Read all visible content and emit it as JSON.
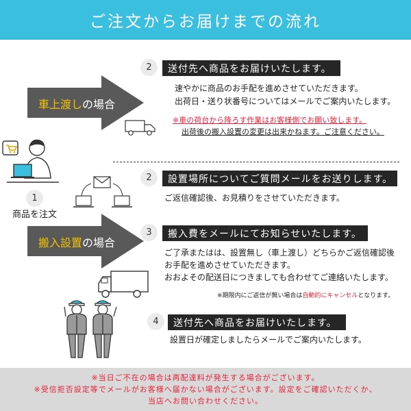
{
  "header": {
    "title": "ご注文からお届けまでの流れ"
  },
  "left": {
    "step1_number": "1",
    "step1_label": "商品を注文",
    "arrow1": {
      "highlight": "車上渡し",
      "rest": "の場合"
    },
    "arrow2": {
      "highlight": "搬入設置",
      "rest": "の場合"
    }
  },
  "steps": [
    {
      "number": "2",
      "title": "送付先へ商品をお届けいたします。",
      "lines": [
        "速やかに商品のお手配を進めさせていただきます。",
        "出荷日・送り状番号についてはメールでご案内いたします。"
      ],
      "notes": [
        "※車の荷台から降ろす作業はお客様側でお願い致します。",
        "出荷後の搬入設置の変更は出来かねます。ご注意ください。"
      ]
    },
    {
      "number": "2",
      "title": "設置場所についてご質問メールをお送りします。",
      "lines": [
        "ご返信確認後、お見積りをさせていただきます。"
      ]
    },
    {
      "number": "3",
      "title": "搬入費をメールにてお知らせいたします。",
      "lines": [
        "ご了承またはは、設置無し（車上渡し）どちらかご返信確認後",
        "お手配を進めさせていただきます。",
        "おおよその配送日につきましても合わせてご連絡いたします。"
      ],
      "small_note": {
        "before": "※期限内にご返信が無い場合は",
        "red": "自動的にキャンセル",
        "after": "となります。"
      }
    },
    {
      "number": "4",
      "title": "送付先へ商品をお届けいたします。",
      "lines": [
        "設置日が確定しましたらメールでご案内いたします。"
      ]
    }
  ],
  "footer": {
    "lines": [
      "※当日ご不在の場合は再配達料が発生する場合がございます。",
      "※受信拒否設定等でメールがお客様へ届かない場合がございます。設定をご確認いただくか、",
      "当店へお問い合わせください。"
    ]
  },
  "colors": {
    "header": "#3bbfdf",
    "arrow": "#595959",
    "arrow_highlight": "#f2c200",
    "step_bar": "#262626",
    "red": "#e8233a",
    "footer": "#d9d9d9"
  }
}
